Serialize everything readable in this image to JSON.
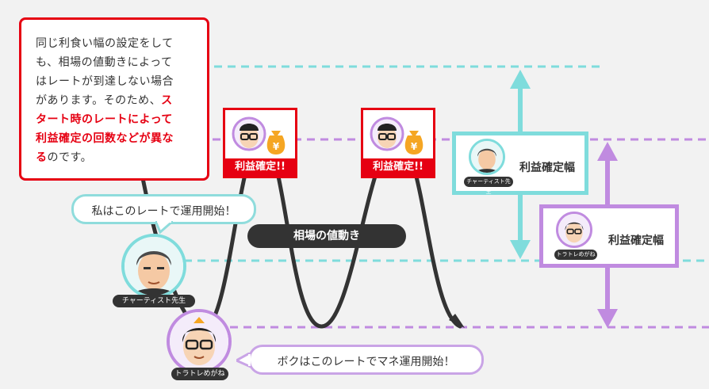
{
  "explanation": {
    "line1": "同じ利食い幅の設定をして",
    "line2": "も、相場の値動きによって",
    "line3": "はレートが到達しない場合",
    "line4_plain": "があります。そのため、",
    "line4_em": "ス",
    "line5_em": "タート時のレートによって",
    "line6_em": "利益確定の回数などが異な",
    "line7_em": "る",
    "line7_plain": "のです。"
  },
  "speech": {
    "chartist": "私はこのレートで運用開始！",
    "toratore": "ボクはこのレートでマネ運用開始！"
  },
  "price_move_label": "相場の値動き",
  "profit_badge": "利益確定!!",
  "people": {
    "chartist": "チャーティスト先生",
    "toratore": "トラトレめがね"
  },
  "profit_width_label": "利益確定幅",
  "colors": {
    "teal": "#7fdcdc",
    "purple": "#c08be0",
    "red": "#e60012",
    "dark": "#333333"
  }
}
